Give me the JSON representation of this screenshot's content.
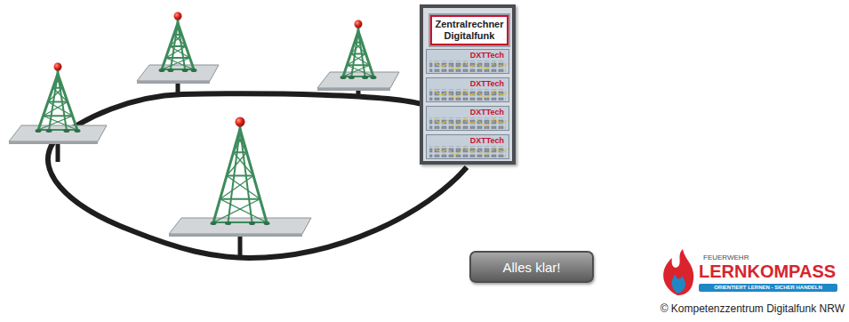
{
  "diagram": {
    "nodes": [
      {
        "text": [
          "Zentralrechner Digitalfunk"
        ]
      },
      {
        "text": [
          "DXTTech"
        ],
        "in": 0
      },
      {
        "text": [
          "DXTTech"
        ],
        "in": 0
      },
      {
        "text": [
          "DXTTech"
        ],
        "in": 0
      },
      {
        "text": [
          "DXTTech"
        ],
        "in": 0
      },
      {
        "text": [
          "Alles klar!"
        ]
      }
    ],
    "labels": [
      "FEUERWEHR",
      "LERNKOMPASS",
      "ORIENTIERT LERNEN - SICHER HANDELN",
      "© Kompetenzzentrum Digitalfunk NRW"
    ]
  }
}
